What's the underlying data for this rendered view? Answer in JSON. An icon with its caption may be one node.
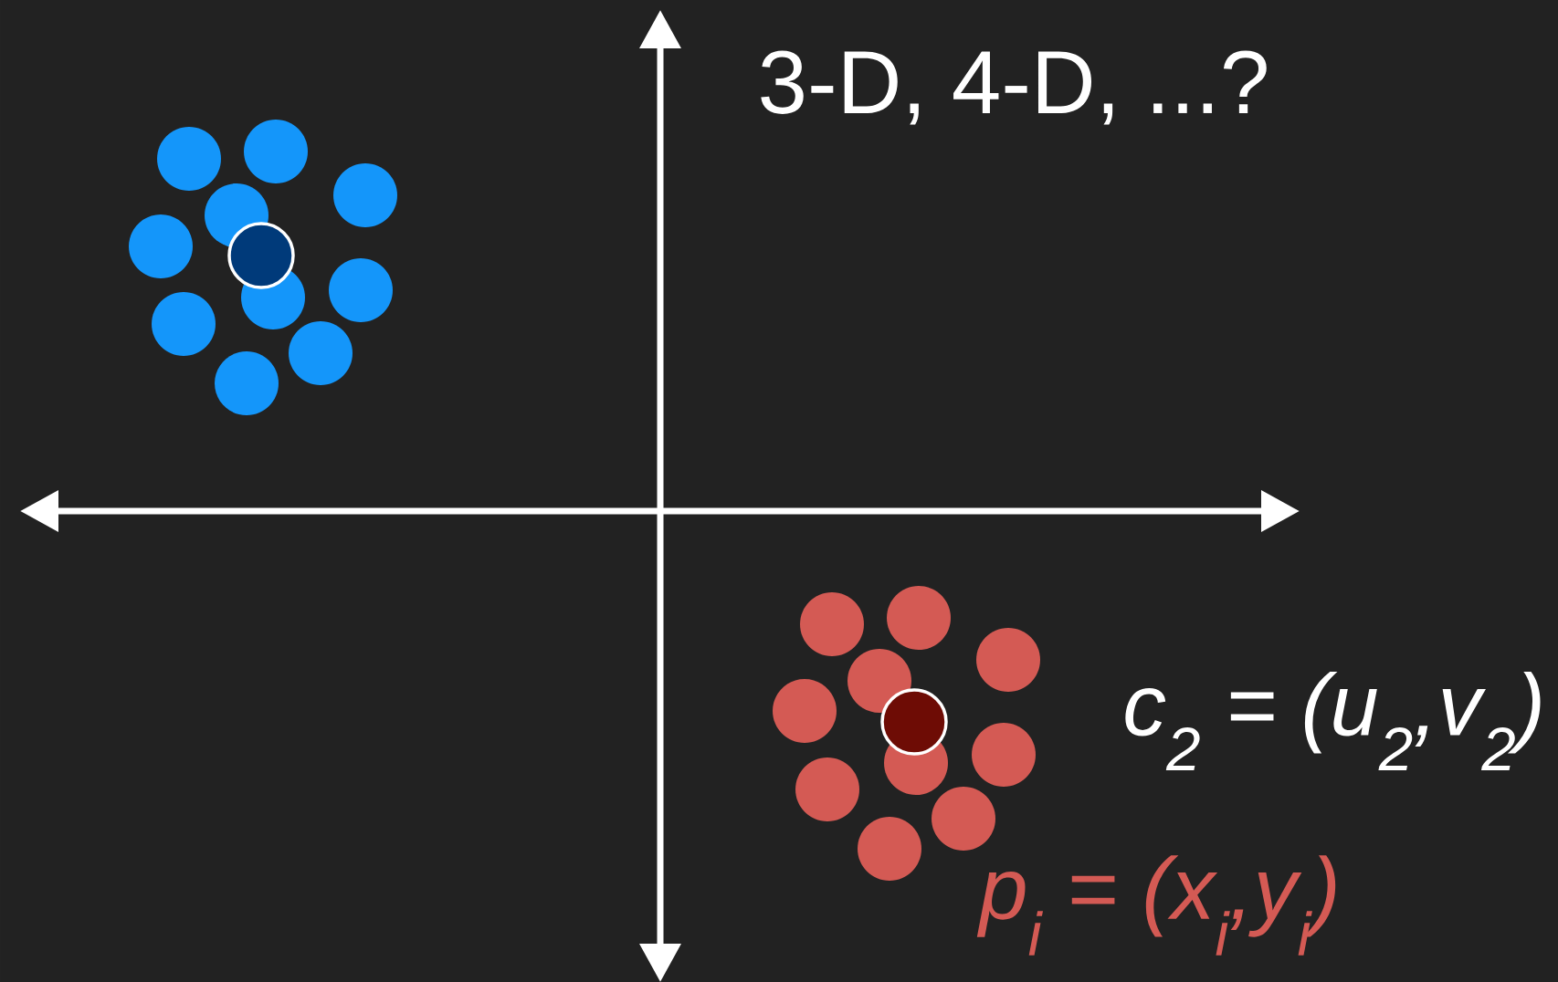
{
  "diagram": {
    "labels": [
      "3-D, 4-D, ...?",
      "c$_{2}$ = (u$_{2}$,v$_{2}$)",
      "p$_{i}$ = (x$_{i}$,y$_{i}$)"
    ]
  }
}
